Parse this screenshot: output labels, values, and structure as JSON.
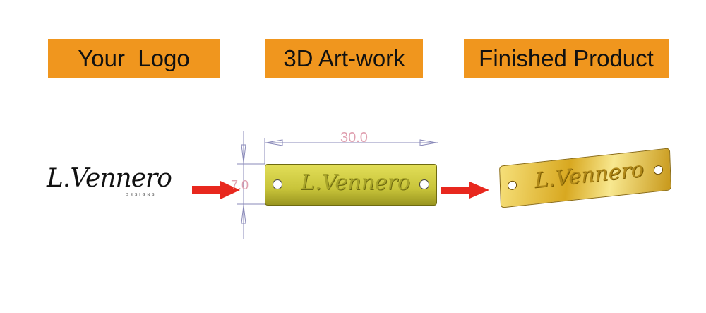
{
  "labels": {
    "logo": "Your  Logo",
    "artwork": "3D Art-work",
    "finished": "Finished Product"
  },
  "logo": {
    "name": "L.Vennero",
    "tagline": "DESIGNS"
  },
  "dimensions": {
    "width": "30.0",
    "height": "7.0"
  },
  "colors": {
    "label_bg": "#f0961e",
    "arrow": "#e8281e",
    "artwork_plate": "#c8c43a",
    "gold_plate": "#e8c84a",
    "dimension": "#e0a0b0"
  }
}
